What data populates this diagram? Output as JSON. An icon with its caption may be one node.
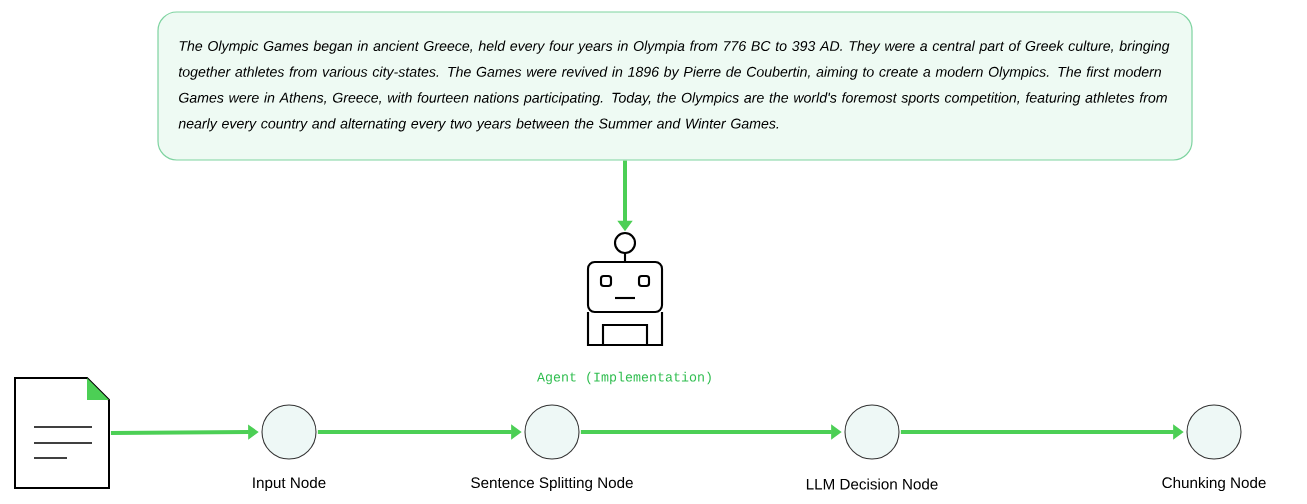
{
  "diagram": {
    "nodes": [
      {
        "text": [
          "The Olympic Games began in ancient Greece, held every four years in Olympia from 776 BC to 393 AD. They were a central part of Greek culture, bringing together athletes from various city-states. The Games were revived in 1896 by Pierre de Coubertin, aiming to create a modern Olympics. The first modern Games were in Athens, Greece, with fourteen nations participating. Today, the Olympics are the world's foremost sports competition, featuring athletes from nearly every country and alternating every two years between the Summer and Winter Games."
        ]
      },
      {
        "text": [],
        "shape": "robot",
        "beside": [
          "Agent (Implementation)"
        ]
      },
      {
        "text": [],
        "shape": "document"
      },
      {
        "text": [],
        "shape": "circle",
        "beside": [
          "Input Node"
        ]
      },
      {
        "text": [],
        "shape": "circle",
        "beside": [
          "Sentence Splitting Node"
        ]
      },
      {
        "text": [],
        "shape": "circle",
        "beside": [
          "LLM Decision Node"
        ]
      },
      {
        "text": [],
        "shape": "circle",
        "beside": [
          "Chunking Node"
        ]
      }
    ],
    "edges": [
      {
        "from": 0,
        "to": 1,
        "arrow": "to"
      },
      {
        "from": 2,
        "to": 3,
        "arrow": "to"
      },
      {
        "from": 3,
        "to": 4,
        "arrow": "to"
      },
      {
        "from": 4,
        "to": 5,
        "arrow": "to"
      },
      {
        "from": 5,
        "to": 6,
        "arrow": "to"
      }
    ]
  }
}
